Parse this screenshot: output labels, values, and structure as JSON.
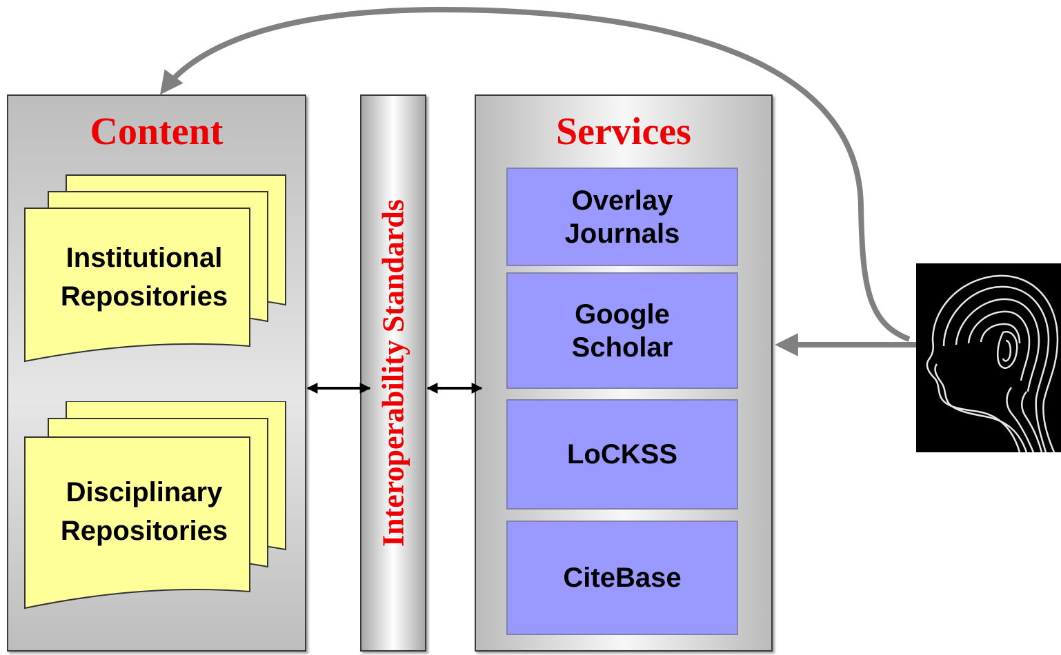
{
  "content": {
    "title": "Content",
    "repositories": [
      {
        "line1": "Institutional",
        "line2": "Repositories"
      },
      {
        "line1": "Disciplinary",
        "line2": "Repositories"
      }
    ]
  },
  "interoperability": {
    "label": "Interoperability Standards"
  },
  "services": {
    "title": "Services",
    "items": [
      {
        "line1": "Overlay",
        "line2": "Journals"
      },
      {
        "line1": "Google",
        "line2": "Scholar"
      },
      {
        "line1": "LoCKSS",
        "line2": ""
      },
      {
        "line1": "CiteBase",
        "line2": ""
      }
    ]
  },
  "colors": {
    "title_red": "#ee0000",
    "document_yellow": "#ffff99",
    "service_blue": "#9999ff",
    "arrow_gray": "#808080"
  },
  "icons": {
    "user": "human-head-icon"
  }
}
